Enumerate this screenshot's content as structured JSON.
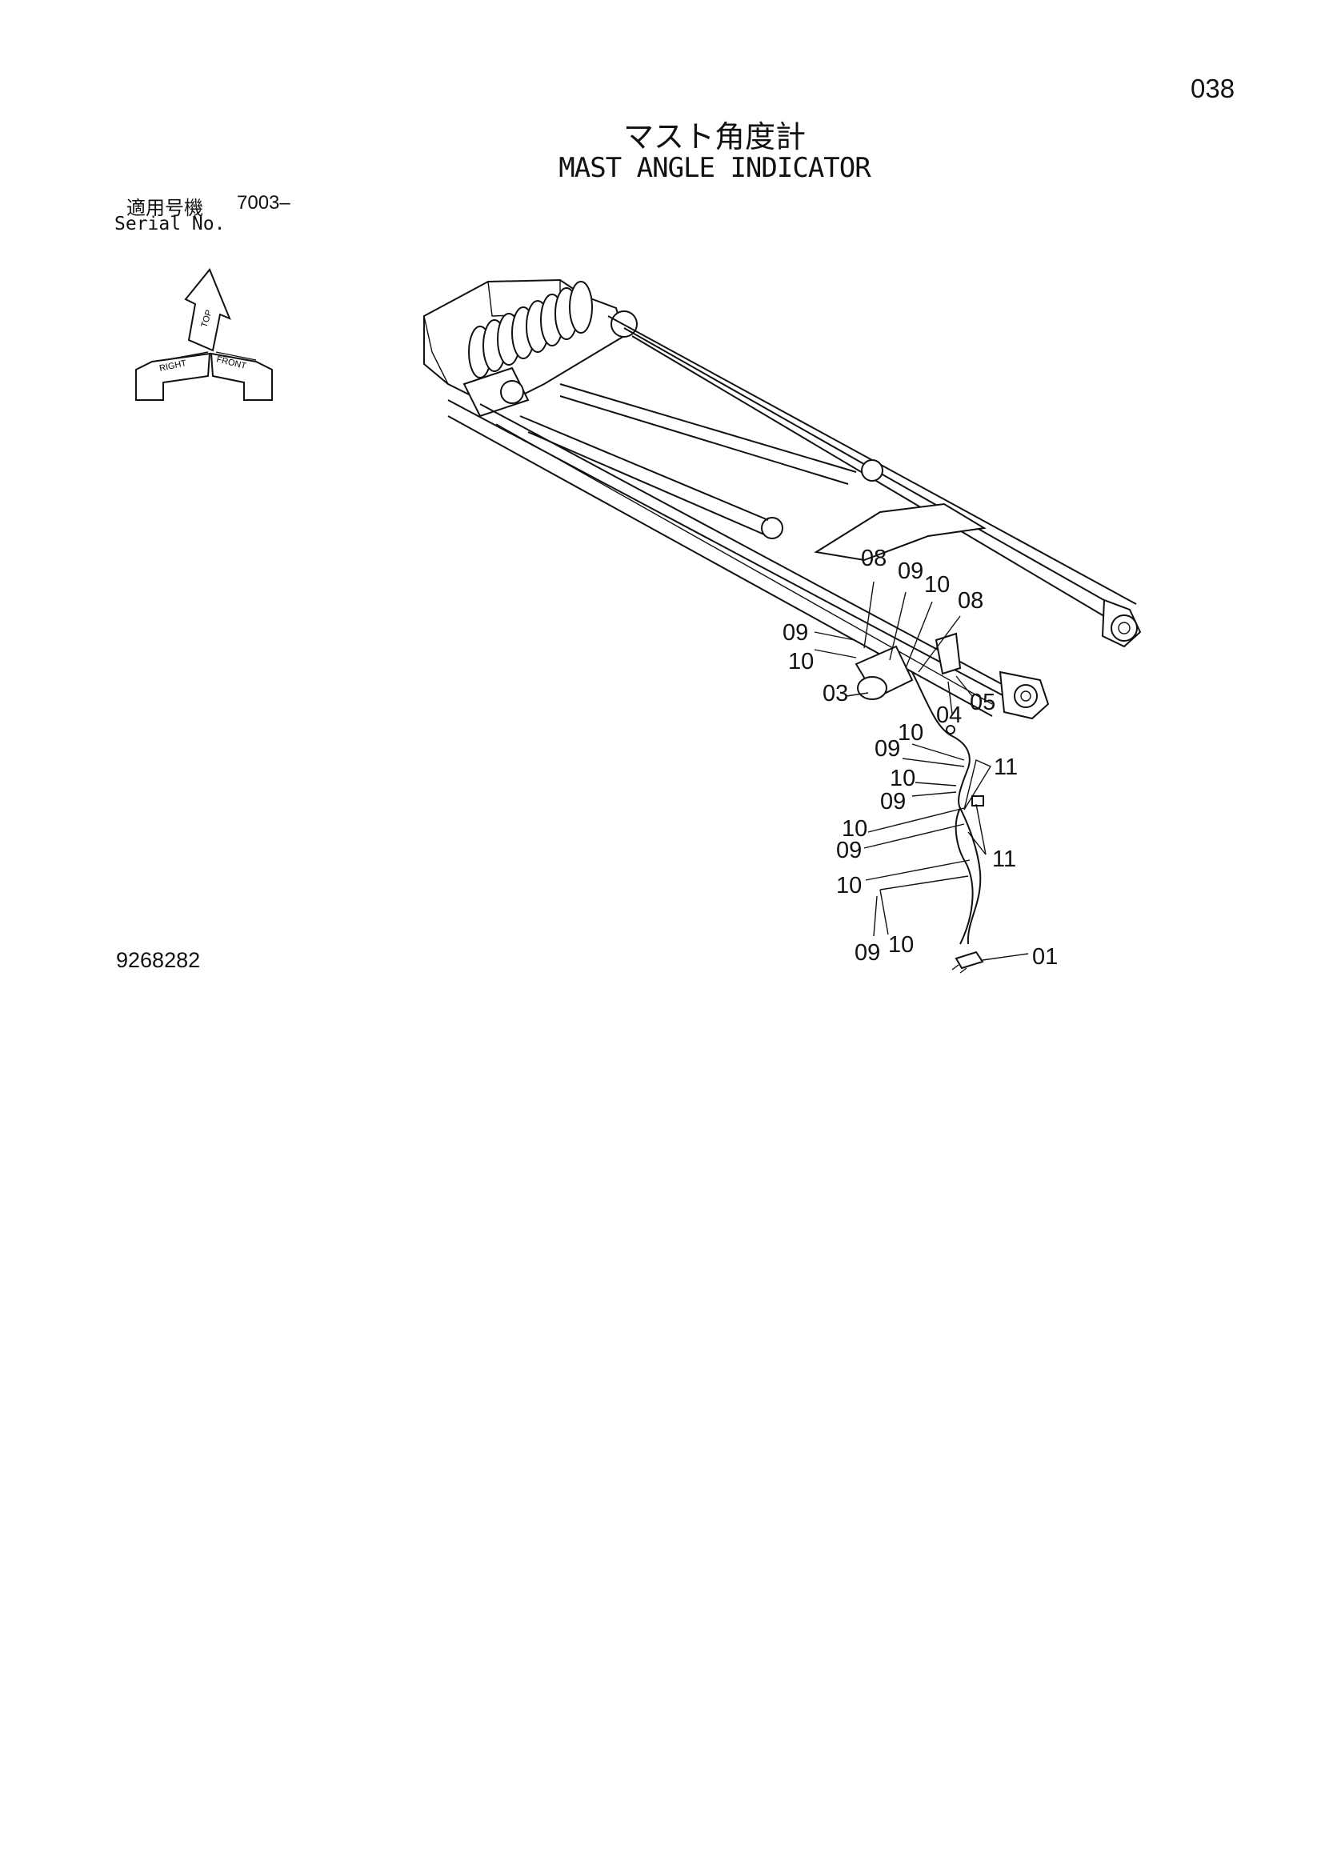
{
  "header": {
    "page_number": "038",
    "title_jp": "マスト角度計",
    "title_en": "MAST ANGLE INDICATOR"
  },
  "serial": {
    "label_jp": "適用号機",
    "value": "7003–",
    "label_en": "Serial No."
  },
  "orientation_icon": {
    "labels": [
      "TOP",
      "RIGHT",
      "FRONT"
    ]
  },
  "drawing_number": "9268282",
  "callouts": [
    "08",
    "09",
    "10",
    "08",
    "09",
    "10",
    "03",
    "04",
    "05",
    "10",
    "09",
    "11",
    "10",
    "09",
    "10",
    "09",
    "11",
    "10",
    "09",
    "10",
    "01"
  ]
}
